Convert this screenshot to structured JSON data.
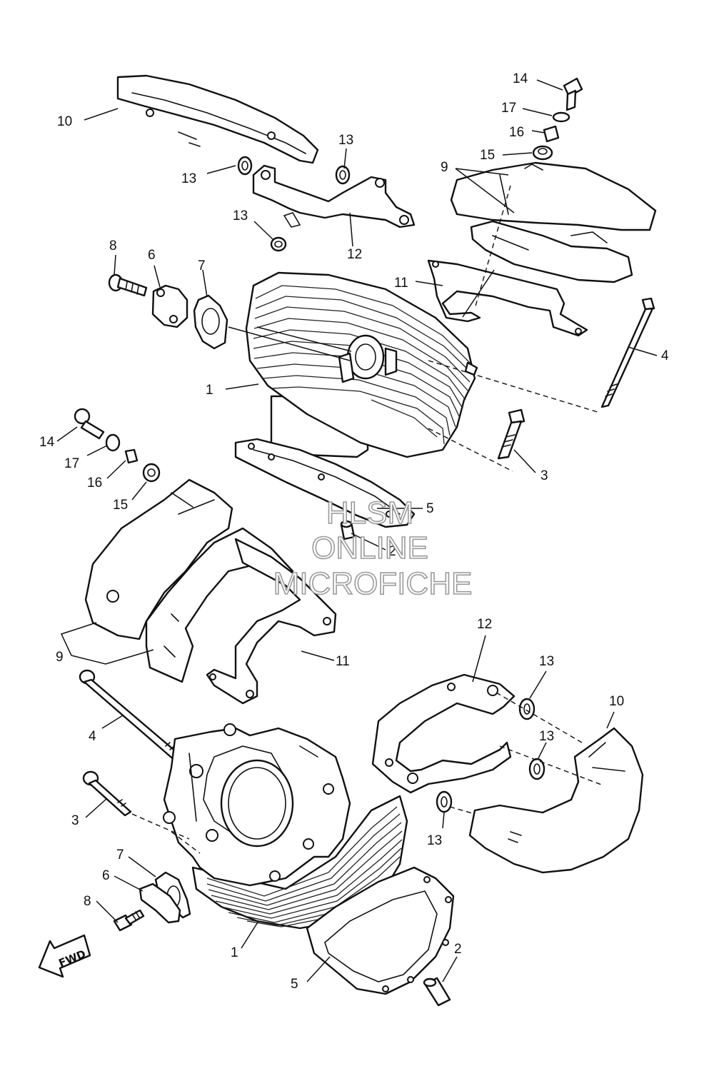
{
  "callouts": {
    "top_10": "10",
    "top_13_a": "13",
    "top_13_b": "13",
    "top_13_c": "13",
    "top_12": "12",
    "top_14": "14",
    "top_17": "17",
    "top_16": "16",
    "top_15": "15",
    "top_9": "9",
    "top_8": "8",
    "top_6": "6",
    "top_7": "7",
    "top_11": "11",
    "top_1": "1",
    "top_4": "4",
    "top_3": "3",
    "top_5": "5",
    "top_2": "2",
    "mid_14": "14",
    "mid_17": "17",
    "mid_16": "16",
    "mid_15": "15",
    "mid_9": "9",
    "mid_11": "11",
    "bot_12": "12",
    "bot_13_a": "13",
    "bot_10": "10",
    "bot_13_b": "13",
    "bot_13_c": "13",
    "bot_4": "4",
    "bot_3": "3",
    "bot_7": "7",
    "bot_6": "6",
    "bot_8": "8",
    "bot_1": "1",
    "bot_5": "5",
    "bot_2": "2"
  },
  "watermark": {
    "line1": "HLSM",
    "line2": "ONLINE",
    "line3": "MICROFICHE"
  },
  "direction_arrow": {
    "label": "FWD"
  }
}
